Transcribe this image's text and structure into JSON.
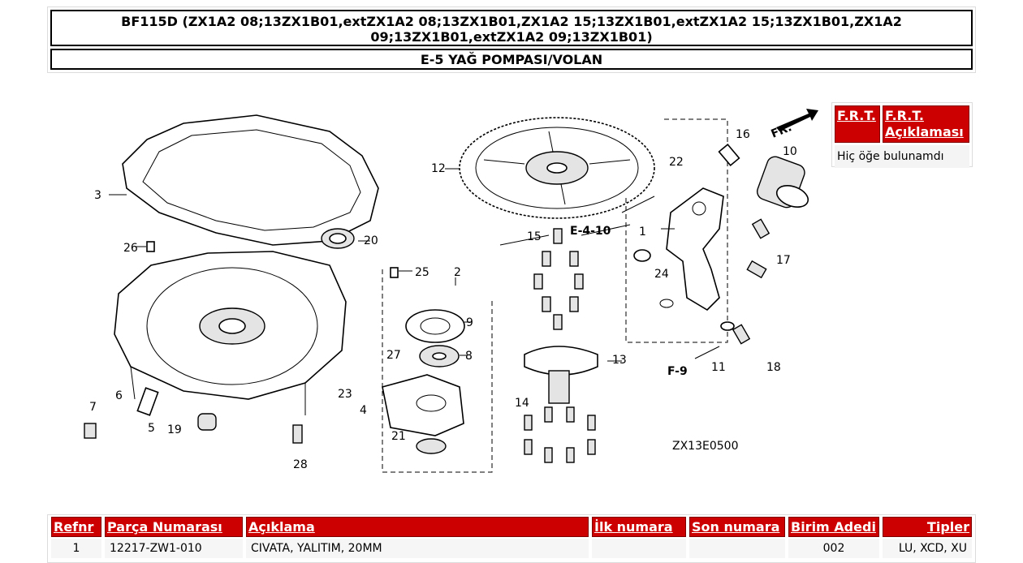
{
  "header": {
    "title": "BF115D (ZX1A2 08;13ZX1B01,extZX1A2 08;13ZX1B01,ZX1A2 15;13ZX1B01,extZX1A2 15;13ZX1B01,ZX1A2 09;13ZX1B01,extZX1A2 09;13ZX1B01)",
    "subtitle": "E-5 YAĞ POMPASI/VOLAN"
  },
  "frt": {
    "col1": "F.R.T.",
    "col2": "F.R.T. Açıklaması",
    "empty": "Hiç öğe bulunamdı"
  },
  "diagram": {
    "code": "ZX13E0500",
    "fr_label": "FR.",
    "refs": {
      "e410": "E-4-10",
      "f9": "F-9"
    },
    "callouts": {
      "p1": "1",
      "p2": "2",
      "p3": "3",
      "p4": "4",
      "p5": "5",
      "p6": "6",
      "p7": "7",
      "p8": "8",
      "p9": "9",
      "p10": "10",
      "p11": "11",
      "p12": "12",
      "p13": "13",
      "p14": "14",
      "p15": "15",
      "p16": "16",
      "p17": "17",
      "p18": "18",
      "p19": "19",
      "p20": "20",
      "p21": "21",
      "p22": "22",
      "p23": "23",
      "p24": "24",
      "p25": "25",
      "p26": "26",
      "p27": "27",
      "p28": "28"
    }
  },
  "parts_table": {
    "headers": {
      "ref": "Refnr",
      "part_no": "Parça Numarası",
      "desc": "Açıklama",
      "first": "İlk numara",
      "last": "Son numara",
      "qty": "Birim Adedi",
      "types": "Tipler"
    },
    "rows": [
      {
        "ref": "1",
        "part_no": "12217-ZW1-010",
        "desc": "CIVATA, YALITIM, 20MM",
        "first": "",
        "last": "",
        "qty": "002",
        "types": "LU, XCD, XU"
      }
    ]
  }
}
